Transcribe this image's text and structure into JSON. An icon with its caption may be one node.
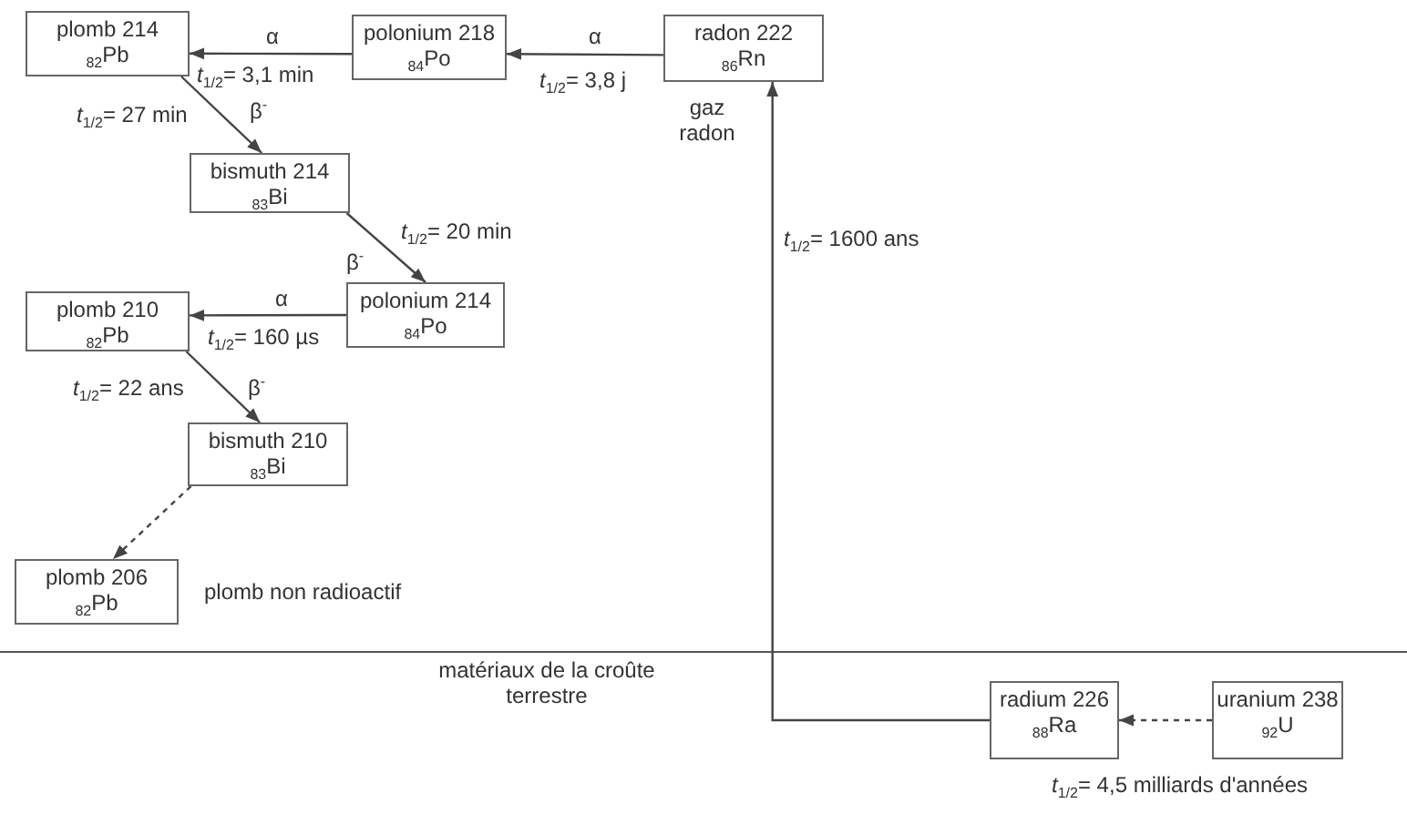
{
  "diagram": {
    "nodes": [
      {
        "text": [
          "plomb 214",
          "$_{82}$Pb"
        ],
        "beside": [
          "*t*$_{1/2}$= 27 min"
        ]
      },
      {
        "text": [
          "polonium 218",
          "$_{84}$Po"
        ]
      },
      {
        "text": [
          "radon 222",
          "$_{86}$Rn"
        ],
        "beside": [
          "*t*$_{1/2}$= 3,8 j",
          "gaz radon"
        ]
      },
      {
        "text": [
          "bismuth 214",
          "$_{83}$Bi"
        ],
        "beside": [
          "*t*$_{1/2}$= 20 min"
        ]
      },
      {
        "text": [
          "polonium 214",
          "$_{84}$Po"
        ],
        "beside": [
          "*t*$_{1/2}$= 160 µs"
        ]
      },
      {
        "text": [
          "plomb 210",
          "$_{82}$Pb"
        ],
        "beside": [
          "*t*$_{1/2}$= 22 ans"
        ]
      },
      {
        "text": [
          "bismuth 210",
          "$_{83}$Bi"
        ]
      },
      {
        "text": [
          "plomb 206",
          "$_{82}$Pb"
        ],
        "beside": [
          "plomb non radioactif"
        ]
      },
      {
        "text": [
          "radium 226",
          "$_{88}$Ra"
        ]
      },
      {
        "text": [
          "uranium 238",
          "$_{92}$U"
        ],
        "beside": [
          "*t*$_{1/2}$= 4,5 milliards d'années"
        ]
      }
    ],
    "edges": [
      {
        "from": 1,
        "to": 0,
        "arrow": "to",
        "label": "α"
      },
      {
        "from": 2,
        "to": 1,
        "arrow": "to",
        "label": "α"
      },
      {
        "from": 0,
        "to": 3,
        "arrow": "to",
        "label": "β$^{-}$"
      },
      {
        "from": 3,
        "to": 4,
        "arrow": "to",
        "label": "β$^{-}$"
      },
      {
        "from": 4,
        "to": 5,
        "arrow": "to",
        "label": "α"
      },
      {
        "from": 5,
        "to": 6,
        "arrow": "to",
        "label": "β$^{-}$"
      },
      {
        "from": 6,
        "to": 7,
        "arrow": "to",
        "style": "dashed"
      },
      {
        "from": 8,
        "to": 2,
        "arrow": "to",
        "label": "*t*$_{1/2}$= 1600 ans"
      },
      {
        "from": 9,
        "to": 8,
        "arrow": "to",
        "style": "dashed"
      }
    ],
    "labels": [
      "*t*$_{1/2}$= 3,1 min",
      "matériaux de la croûte terrestre"
    ]
  }
}
